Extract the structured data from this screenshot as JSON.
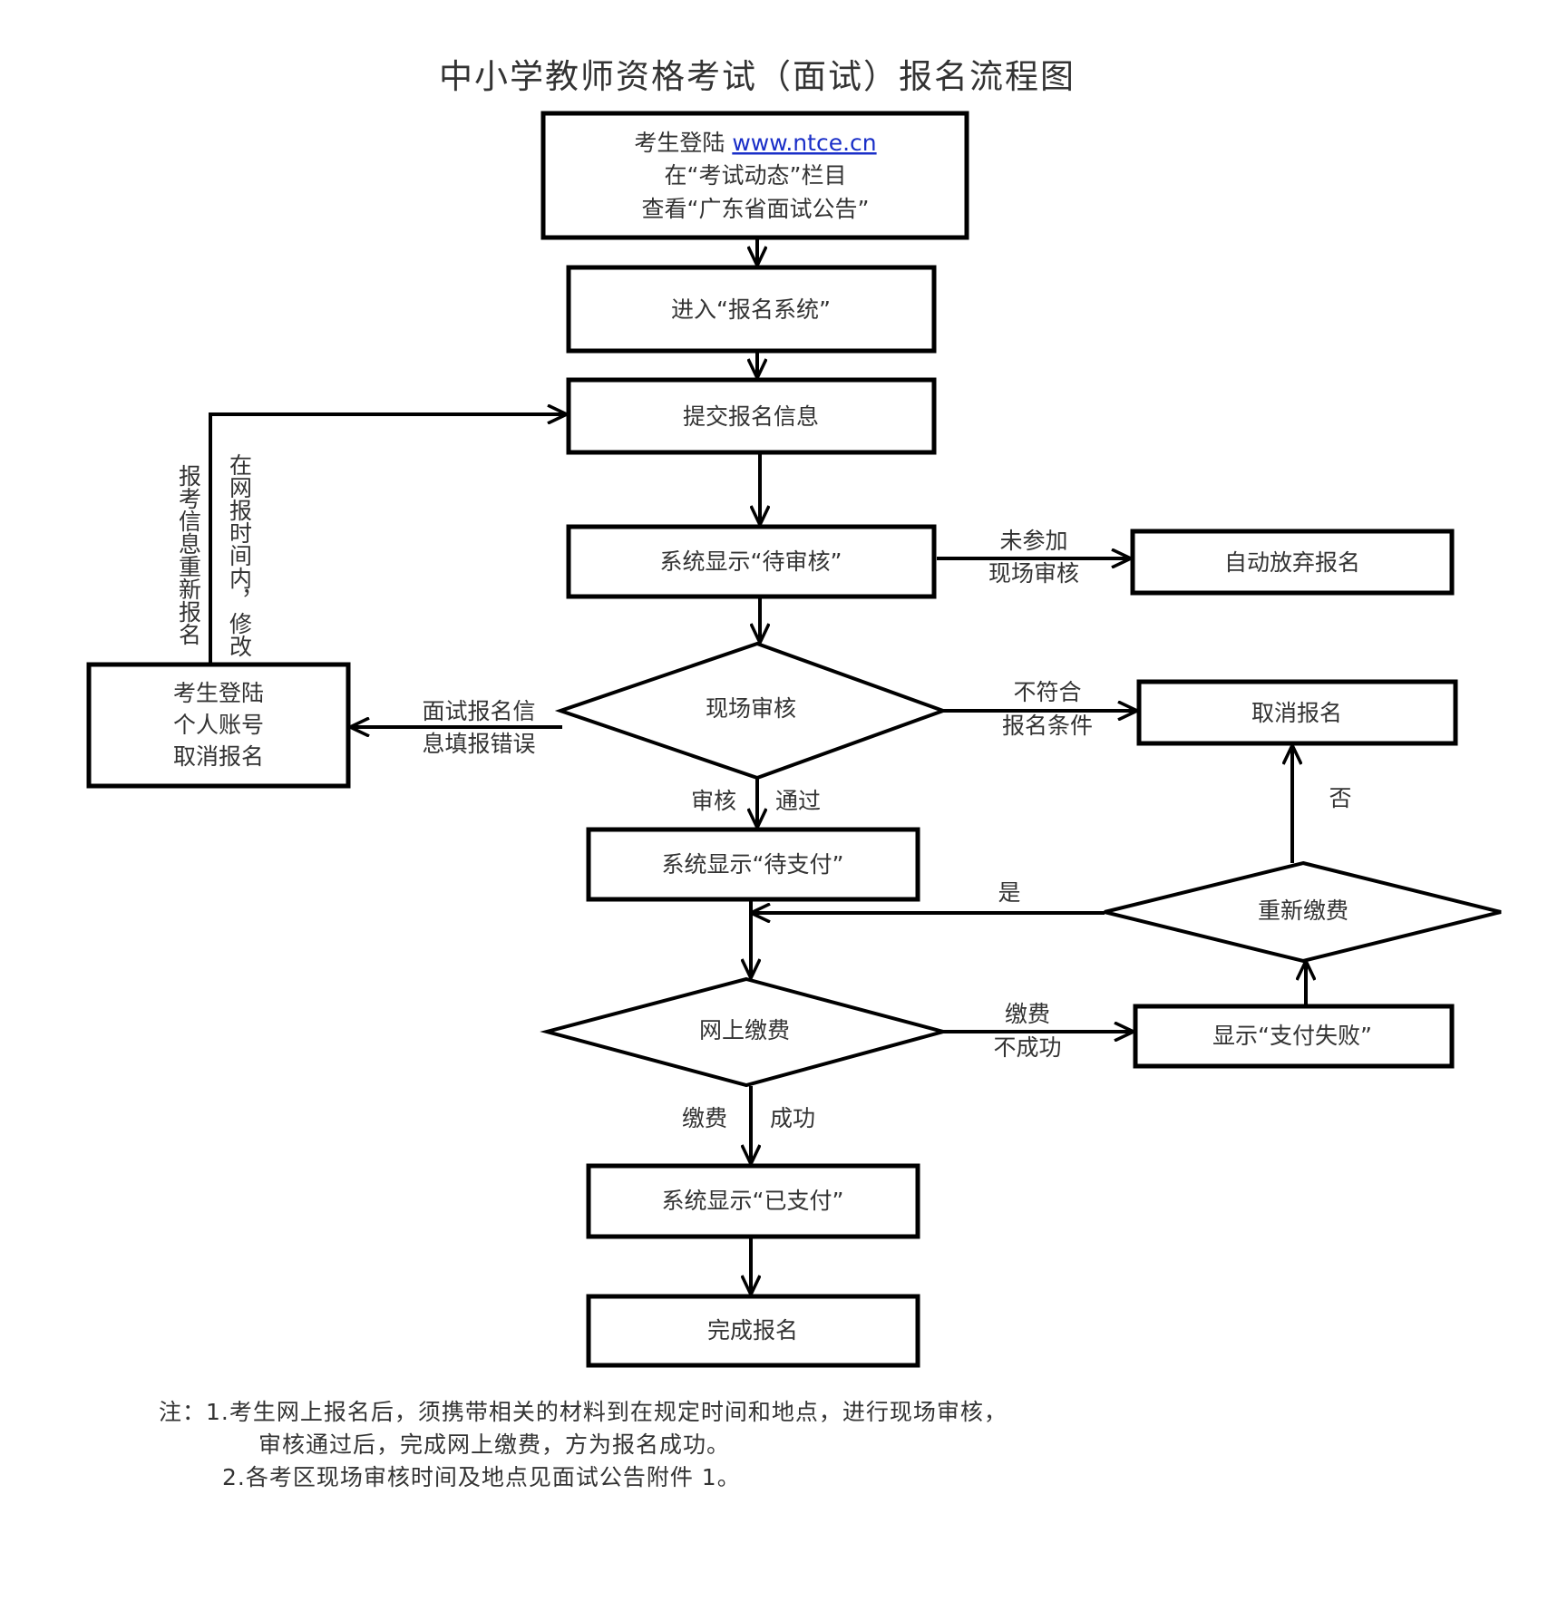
{
  "title": "中小学教师资格考试（面试）报名流程图",
  "nodes": {
    "login_site": {
      "line1_prefix": "考生登陆 ",
      "line1_link": "www.ntce.cn",
      "line2": "在“考试动态”栏目",
      "line3": "查看“广东省面试公告”"
    },
    "enter_system": "进入“报名系统”",
    "submit_info": "提交报名信息",
    "pending_review": "系统显示“待审核”",
    "auto_abandon": "自动放弃报名",
    "onsite_review": "现场审核",
    "cancel_registration": "取消报名",
    "self_cancel": {
      "line1": "考生登陆",
      "line2": "个人账号",
      "line3": "取消报名"
    },
    "pending_payment": "系统显示“待支付”",
    "repay": "重新缴费",
    "online_payment": "网上缴费",
    "payment_failed": "显示“支付失败”",
    "paid": "系统显示“已支付”",
    "complete": "完成报名"
  },
  "edge_labels": {
    "not_attend": [
      "未参加",
      "现场审核"
    ],
    "not_qualified": [
      "不符合",
      "报名条件"
    ],
    "info_error": [
      "面试报名信",
      "息填报错误"
    ],
    "review_passed": [
      "审核",
      "通过"
    ],
    "yes": "是",
    "no": "否",
    "pay_fail": [
      "缴费",
      "不成功"
    ],
    "pay_success": [
      "缴费",
      "成功"
    ],
    "modify_col1": "报考信息重新报名",
    "modify_col2": "在网报时间内，修改"
  },
  "notes": {
    "line1": "注：1.考生网上报名后，须携带相关的材料到在规定时间和地点，进行现场审核，",
    "line2": "审核通过后，完成网上缴费，方为报名成功。",
    "line3": "2.各考区现场审核时间及地点见面试公告附件 1。"
  }
}
